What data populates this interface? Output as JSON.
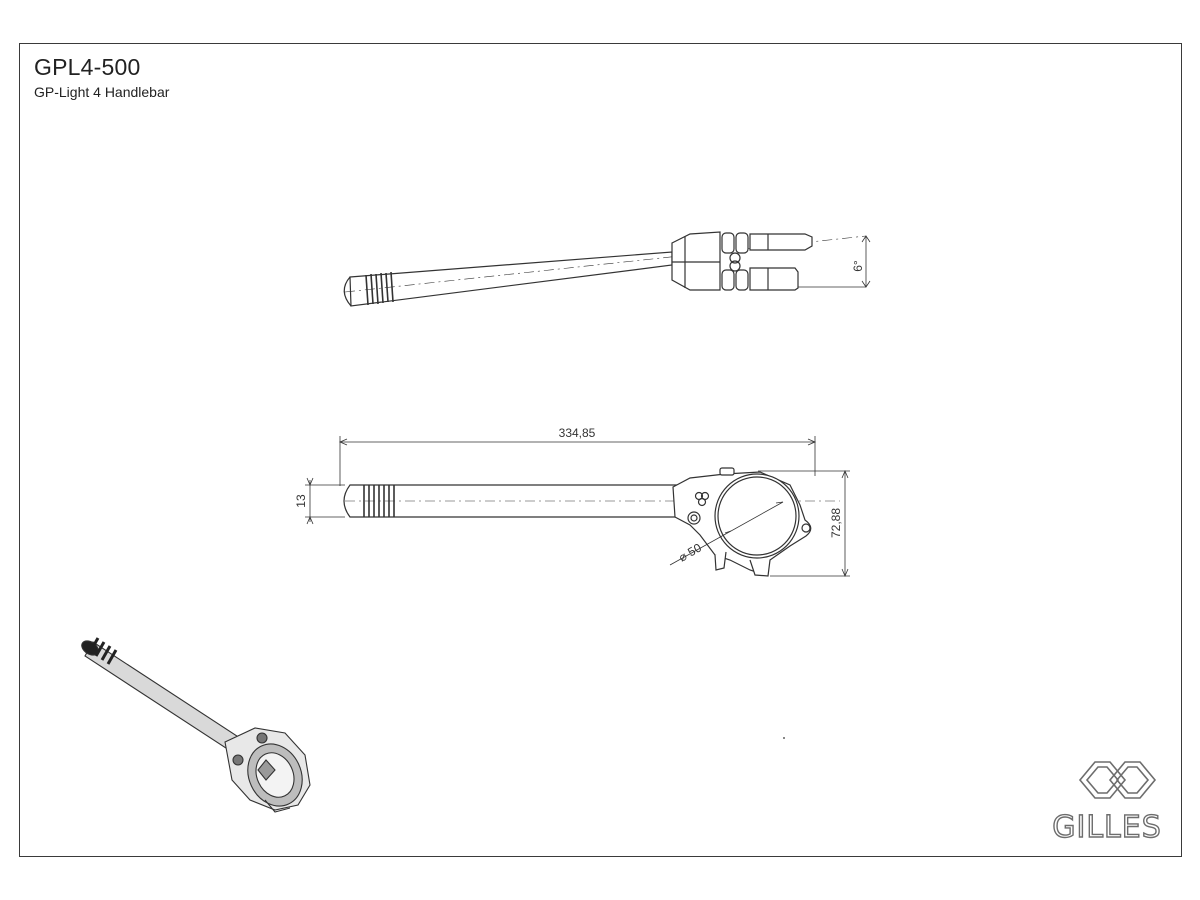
{
  "title": "GPL4-500",
  "subtitle": "GP-Light 4 Handlebar",
  "dimensions": {
    "angle": "6°",
    "length": "334,85",
    "height_bar": "13",
    "height_clamp": "72,88",
    "diameter": "⌀ 50"
  },
  "brand": {
    "name": "GILLES"
  },
  "colors": {
    "line": "#333333",
    "logo": "#6d6d6d"
  }
}
